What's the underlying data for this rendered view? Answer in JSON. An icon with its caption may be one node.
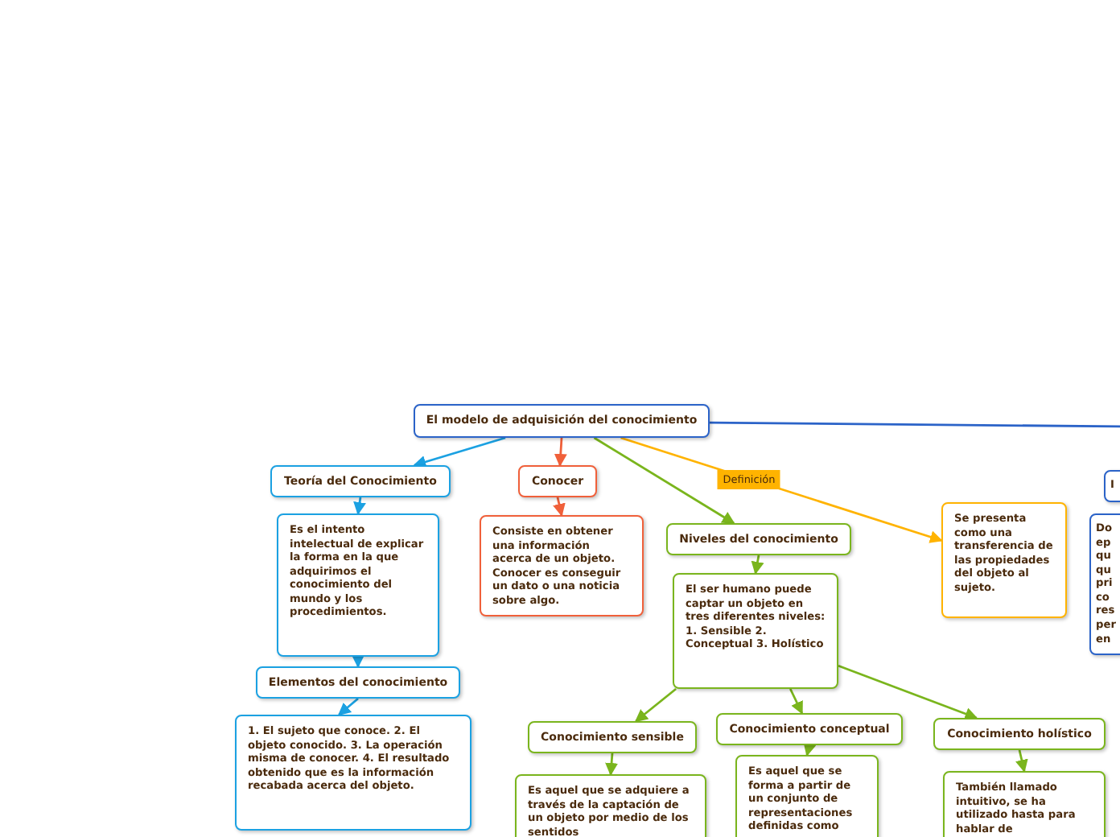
{
  "diagram": {
    "nodes": [
      {
        "text": [
          "El modelo de adquisición del conocimiento"
        ]
      },
      {
        "text": [
          "Teoría del Conocimiento"
        ]
      },
      {
        "text": [
          "Conocer"
        ]
      },
      {
        "text": [
          "Niveles del conocimiento"
        ]
      },
      {
        "text": [
          "Se presenta como una transferencia de las propiedades del objeto al sujeto."
        ]
      },
      {
        "text": [
          "I"
        ]
      },
      {
        "text": [
          "Es el intento intelectual de explicar la forma en la que adquirimos el conocimiento del mundo y los procedimientos."
        ]
      },
      {
        "text": [
          "Consiste en obtener una información acerca de un objeto. Conocer es conseguir un dato o una noticia sobre algo."
        ]
      },
      {
        "text": [
          "El ser humano puede captar un objeto en tres diferentes niveles: 1. Sensible 2. Conceptual 3. Holístico"
        ]
      },
      {
        "text": [
          "Do ep qu qu pri co res per en"
        ]
      },
      {
        "text": [
          "Elementos del conocimiento"
        ]
      },
      {
        "text": [
          "1. El sujeto que conoce. 2. El objeto conocido. 3. La operación misma de conocer. 4. El resultado obtenido que es la información recabada acerca del objeto."
        ]
      },
      {
        "text": [
          "Conocimiento sensible"
        ]
      },
      {
        "text": [
          "Conocimiento conceptual"
        ]
      },
      {
        "text": [
          "Conocimiento holístico"
        ]
      },
      {
        "text": [
          "Es aquel que se adquiere a través de la captación de un objeto por medio de los sentidos"
        ]
      },
      {
        "text": [
          "Es aquel que se forma a partir de un conjunto de representaciones definidas como"
        ]
      },
      {
        "text": [
          "También llamado intuitivo, se ha utilizado hasta para hablar de"
        ]
      }
    ],
    "edges": [
      {
        "from": 0,
        "to": 1,
        "arrow": "to",
        "color": "#1ba1e2"
      },
      {
        "from": 0,
        "to": 2,
        "arrow": "to",
        "color": "#f0603a"
      },
      {
        "from": 0,
        "to": 3,
        "arrow": "to",
        "color": "#7ab51d"
      },
      {
        "from": 0,
        "to": 4,
        "arrow": "to",
        "label": "Definición",
        "color": "#ffb300"
      },
      {
        "from": 0,
        "to": null,
        "arrow": "none",
        "color": "#2b63c8"
      },
      {
        "from": 1,
        "to": 6,
        "arrow": "to",
        "color": "#1ba1e2"
      },
      {
        "from": 6,
        "to": 10,
        "arrow": "to",
        "color": "#1ba1e2"
      },
      {
        "from": 10,
        "to": 11,
        "arrow": "to",
        "color": "#1ba1e2"
      },
      {
        "from": 2,
        "to": 7,
        "arrow": "to",
        "color": "#f0603a"
      },
      {
        "from": 3,
        "to": 8,
        "arrow": "to",
        "color": "#7ab51d"
      },
      {
        "from": 8,
        "to": 12,
        "arrow": "to",
        "color": "#7ab51d"
      },
      {
        "from": 8,
        "to": 13,
        "arrow": "to",
        "color": "#7ab51d"
      },
      {
        "from": 8,
        "to": 14,
        "arrow": "to",
        "color": "#7ab51d"
      },
      {
        "from": 12,
        "to": 15,
        "arrow": "to",
        "color": "#7ab51d"
      },
      {
        "from": 13,
        "to": 16,
        "arrow": "to",
        "color": "#7ab51d"
      },
      {
        "from": 14,
        "to": 17,
        "arrow": "to",
        "color": "#7ab51d"
      }
    ]
  }
}
